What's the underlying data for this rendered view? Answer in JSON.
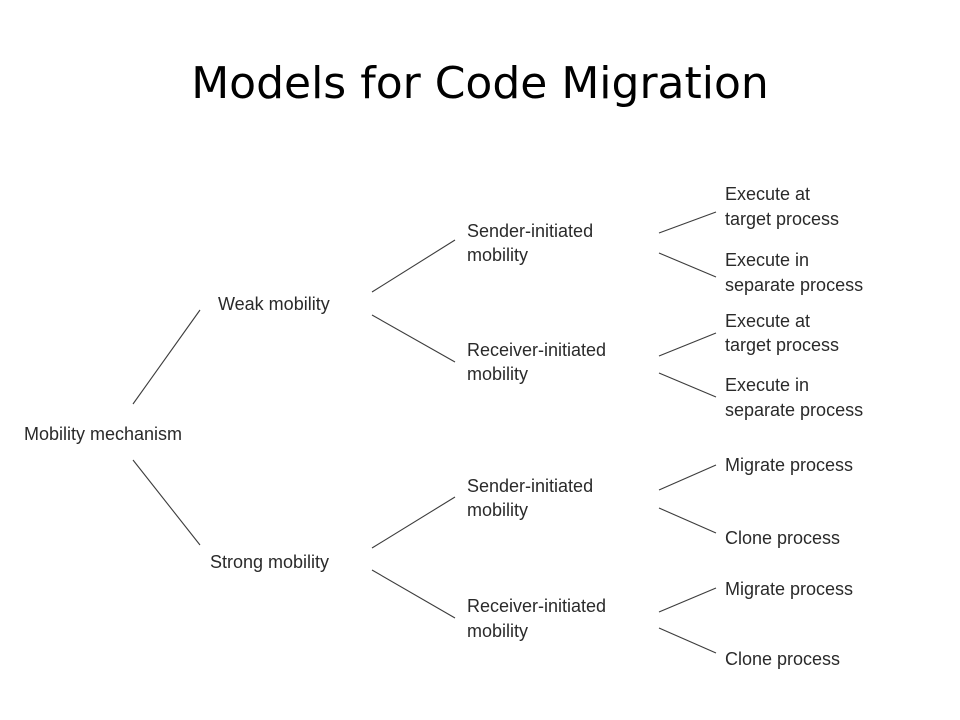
{
  "title": "Models for Code Migration",
  "tree": {
    "root": "Mobility mechanism",
    "weak": {
      "label": "Weak mobility",
      "sender": {
        "label": [
          "Sender-initiated",
          "mobility"
        ],
        "leaves": [
          [
            "Execute at",
            "target process"
          ],
          [
            "Execute in",
            "separate process"
          ]
        ]
      },
      "receiver": {
        "label": [
          "Receiver-initiated",
          "mobility"
        ],
        "leaves": [
          [
            "Execute at",
            "target process"
          ],
          [
            "Execute in",
            "separate process"
          ]
        ]
      }
    },
    "strong": {
      "label": "Strong mobility",
      "sender": {
        "label": [
          "Sender-initiated",
          "mobility"
        ],
        "leaves": [
          [
            "Migrate process"
          ],
          [
            "Clone process"
          ]
        ]
      },
      "receiver": {
        "label": [
          "Receiver-initiated",
          "mobility"
        ],
        "leaves": [
          [
            "Migrate process"
          ],
          [
            "Clone process"
          ]
        ]
      }
    }
  }
}
